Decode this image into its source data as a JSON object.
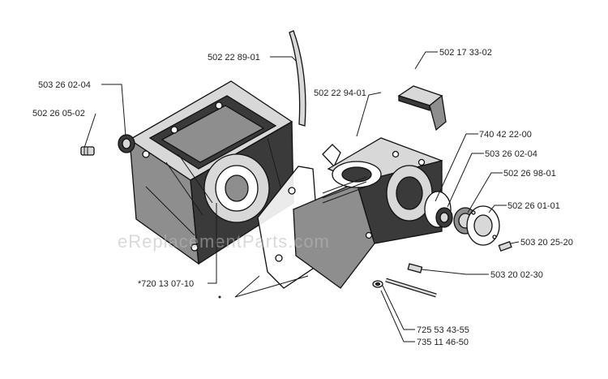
{
  "watermark": "eReplacementParts.com",
  "part_labels": [
    {
      "id": "p1",
      "text": "502 22 89-01"
    },
    {
      "id": "p2",
      "text": "502 17 33-02"
    },
    {
      "id": "p3",
      "text": "503 26 02-04"
    },
    {
      "id": "p4",
      "text": "502 22 94-01"
    },
    {
      "id": "p5",
      "text": "502 26 05-02"
    },
    {
      "id": "p6",
      "text": "740 42 22-00"
    },
    {
      "id": "p7",
      "text": "503 26 02-04"
    },
    {
      "id": "p8",
      "text": "502 26 98-01"
    },
    {
      "id": "p9",
      "text": "502 26 01-01"
    },
    {
      "id": "p10",
      "text": "503 20 25-20"
    },
    {
      "id": "p11",
      "text": "503 20 02-30"
    },
    {
      "id": "p12",
      "text": "*720 13 07-10"
    },
    {
      "id": "p13",
      "text": "725 53 43-55"
    },
    {
      "id": "p14",
      "text": "735 11 46-50"
    }
  ]
}
